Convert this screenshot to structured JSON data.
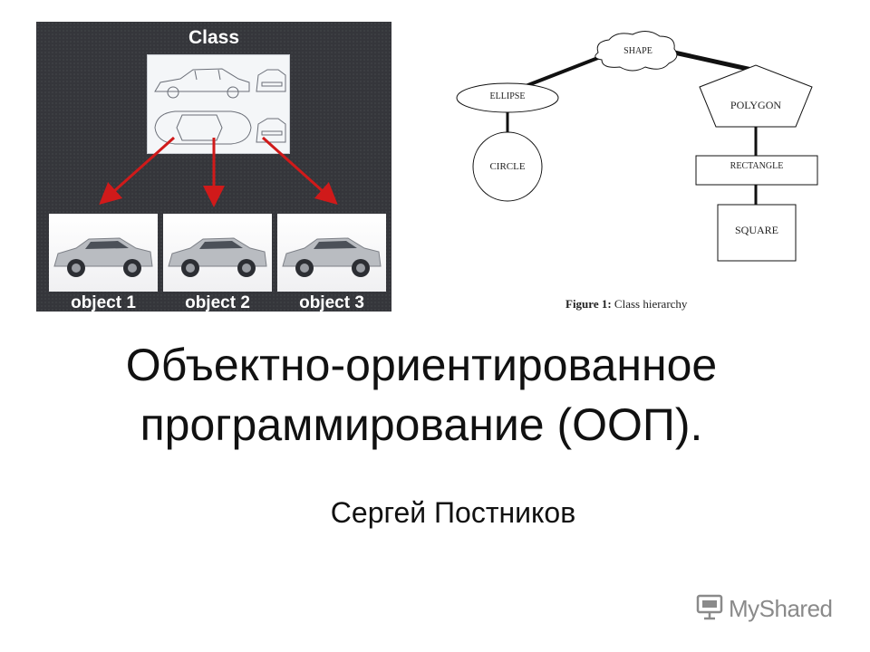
{
  "class_panel": {
    "class_label": "Class",
    "objects": [
      "object 1",
      "object 2",
      "object 3"
    ]
  },
  "hierarchy": {
    "nodes": {
      "shape": "SHAPE",
      "ellipse": "ELLIPSE",
      "polygon": "POLYGON",
      "circle": "CIRCLE",
      "rectangle": "RECTANGLE",
      "square": "SQUARE"
    },
    "caption_prefix": "Figure 1:",
    "caption_text": "Class hierarchy"
  },
  "slide": {
    "title_line1": "Объектно-ориентированное",
    "title_line2": "программирование (ООП).",
    "author": "Сергей Постников"
  },
  "watermark": {
    "text": "MyShared",
    "icon": "presentation-board-icon"
  },
  "colors": {
    "panel_bg": "#35363b",
    "arrow": "#d01a1a",
    "car": "#b9bcc1"
  }
}
